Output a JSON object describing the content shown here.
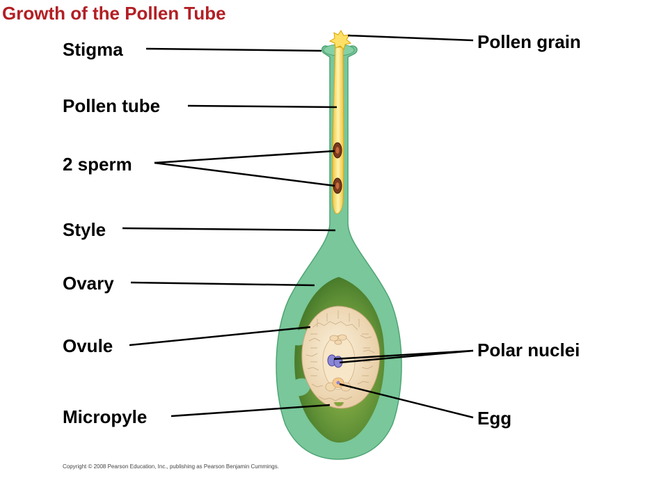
{
  "title": "Growth of the Pollen Tube",
  "title_color": "#b21f24",
  "labels": {
    "stigma": "Stigma",
    "pollen_tube": "Pollen tube",
    "sperm": "2 sperm",
    "style": "Style",
    "ovary": "Ovary",
    "ovule": "Ovule",
    "micropyle": "Micropyle",
    "pollen_grain": "Pollen grain",
    "polar_nuclei": "Polar nuclei",
    "egg": "Egg"
  },
  "copyright": "Copyright © 2008 Pearson Education, Inc., publishing as Pearson Benjamin Cummings.",
  "colors": {
    "pistil_green": "#79c79a",
    "pistil_outline": "#4fa474",
    "ovary_cavity": "#6a9a3a",
    "ovule_tissue": "#f3dfc1",
    "embryo_sac": "#f7e6c8",
    "pollen_tube": "#f6d24a",
    "sperm": "#7a3a20",
    "polar_nuclei": "#8a86d6"
  }
}
